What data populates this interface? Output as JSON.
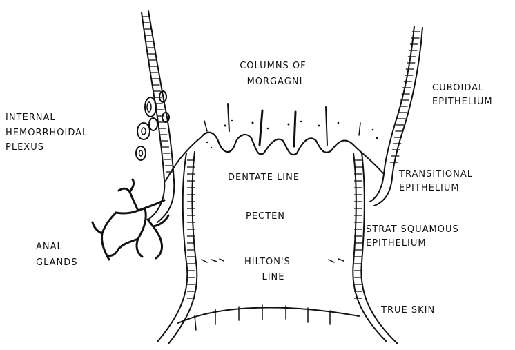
{
  "labels": {
    "internal": [
      "INTERNAL",
      "HEMORRHOIDAL",
      "PLEXUS"
    ],
    "columns": [
      "COLUMNS OF",
      "MORGAGNI"
    ],
    "cuboidal": [
      "CUBOIDAL",
      "EPITHELIUM"
    ],
    "dentate": "DENTATE LINE",
    "transitional": [
      "TRANSITIONAL",
      "EPITHELIUM"
    ],
    "pecten": "PECTEN",
    "strat": [
      "STRAT SQUAMOUS",
      "EPITHELIUM"
    ],
    "anal": [
      "ANAL",
      "GLANDS"
    ],
    "hilton": [
      "HILTON'S",
      "LINE"
    ],
    "trueskin": "TRUE SKIN"
  }
}
